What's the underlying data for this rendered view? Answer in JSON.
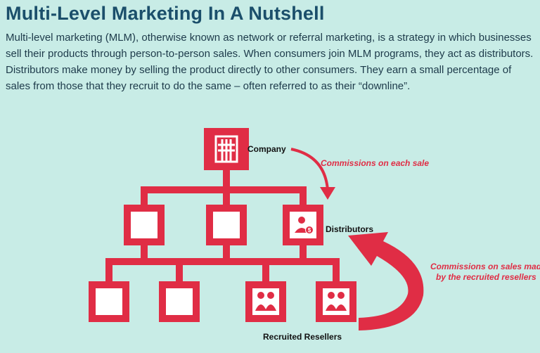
{
  "header": {
    "title": "Multi-Level Marketing In A Nutshell",
    "intro": "Multi-level marketing (MLM), otherwise known as network or referral marketing, is a strategy in which businesses sell their products through person-to-person sales. When consumers join MLM programs, they act as distributors. Distributors make money by selling the product directly to other consumers. They earn a small percentage of sales from those that they recruit to do the same – often referred to as their “downline”."
  },
  "diagram": {
    "company_label": "Company",
    "distributors_label": "Distributors",
    "resellers_label": "Recruited Resellers",
    "commission_each_sale": "Commissions on each sale",
    "commission_recruited_line1": "Commissions on sales made",
    "commission_recruited_line2": "by the recruited resellers",
    "icons": [
      "building-icon",
      "distributor-dollar-icon",
      "reseller-group-icon"
    ],
    "colors": {
      "accent": "#e02d45",
      "background": "#c8ece6",
      "title": "#1b4f6b"
    }
  }
}
